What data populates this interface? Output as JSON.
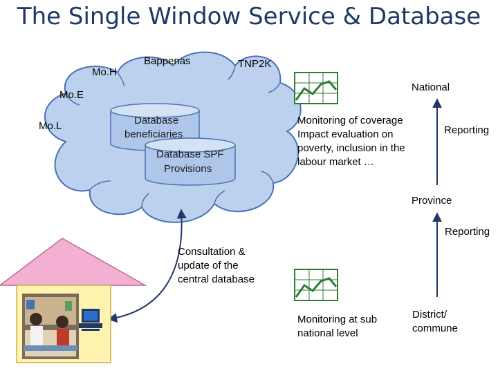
{
  "title": "The Single Window Service & Database",
  "cloud": {
    "agencies": [
      "Mo.H",
      "Bappenas",
      "TNP2K",
      "Mo.E",
      "Mo.L"
    ],
    "db1_line1": "Database",
    "db1_line2": "beneficiaries",
    "db2_line1": "Database SPF",
    "db2_line2": "Provisions"
  },
  "right": {
    "national": "National",
    "monitoring_lines": [
      "Monitoring of coverage",
      "Impact evaluation on",
      "poverty, inclusion in the",
      "labour market …"
    ],
    "reporting_top": "Reporting",
    "province": "Province",
    "reporting_mid": "Reporting",
    "sub_national_lines": [
      "Monitoring at sub",
      "national level"
    ],
    "district_lines": [
      "District/",
      "commune"
    ]
  },
  "consultation_lines": [
    "Consultation &",
    "update of the",
    "central database"
  ],
  "icons": [
    "line-chart-icon",
    "computer-icon",
    "house-icon"
  ]
}
